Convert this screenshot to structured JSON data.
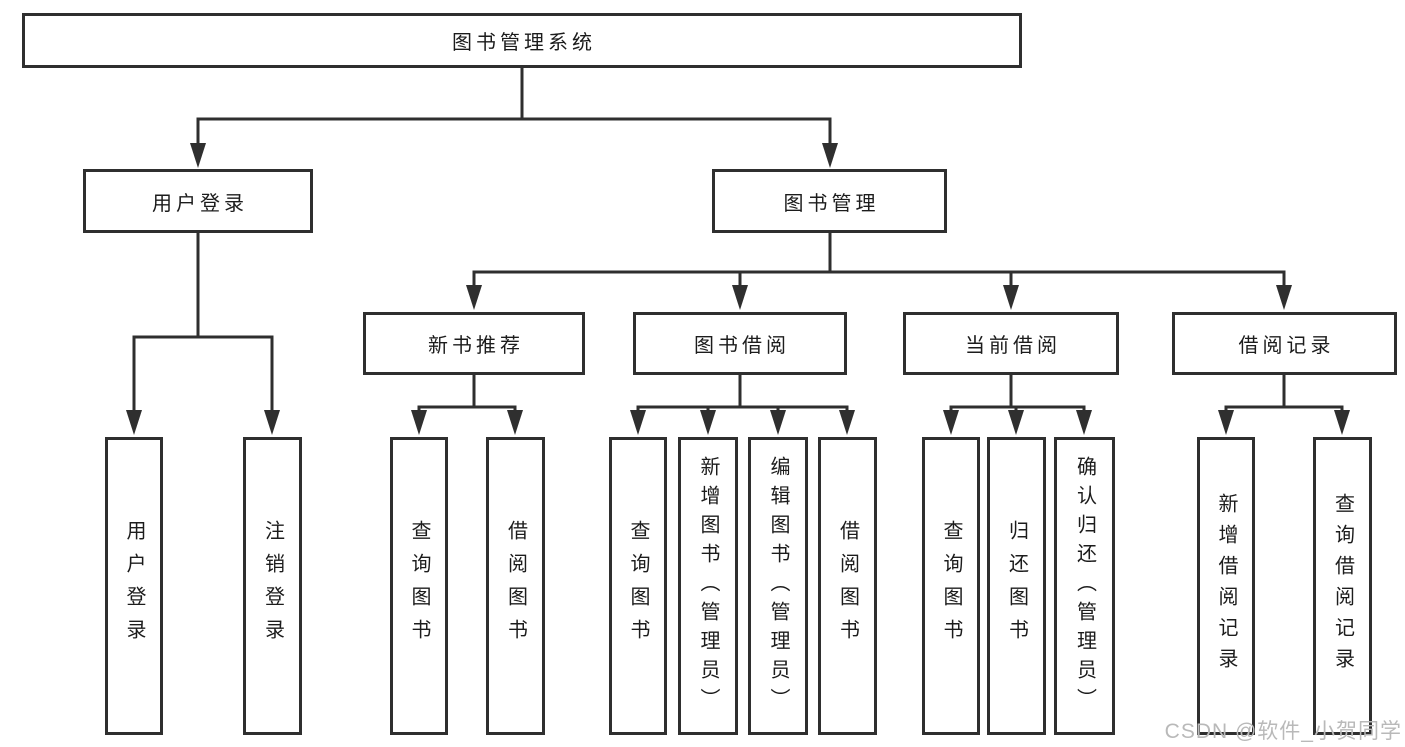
{
  "title": "图书管理系统",
  "colors": {
    "line": "#2f2f2f",
    "box_border": "#2f2f2f",
    "box_background": "#ffffff",
    "text": "#1c1c1c",
    "watermark": "#b9b9b9"
  },
  "watermark": {
    "text": "CSDN @软件_小贺同学"
  },
  "tree": {
    "label": "图书管理系统",
    "children": [
      {
        "label": "用户登录",
        "children": [
          {
            "label": "用户登录"
          },
          {
            "label": "注销登录"
          }
        ]
      },
      {
        "label": "图书管理",
        "children": [
          {
            "label": "新书推荐",
            "children": [
              {
                "label": "查询图书"
              },
              {
                "label": "借阅图书"
              }
            ]
          },
          {
            "label": "图书借阅",
            "children": [
              {
                "label": "查询图书"
              },
              {
                "label": "新增图书（管理员）"
              },
              {
                "label": "编辑图书（管理员）"
              },
              {
                "label": "借阅图书"
              }
            ]
          },
          {
            "label": "当前借阅",
            "children": [
              {
                "label": "查询图书"
              },
              {
                "label": "归还图书"
              },
              {
                "label": "确认归还（管理员）"
              }
            ]
          },
          {
            "label": "借阅记录",
            "children": [
              {
                "label": "新增借阅记录"
              },
              {
                "label": "查询借阅记录"
              }
            ]
          }
        ]
      }
    ]
  }
}
